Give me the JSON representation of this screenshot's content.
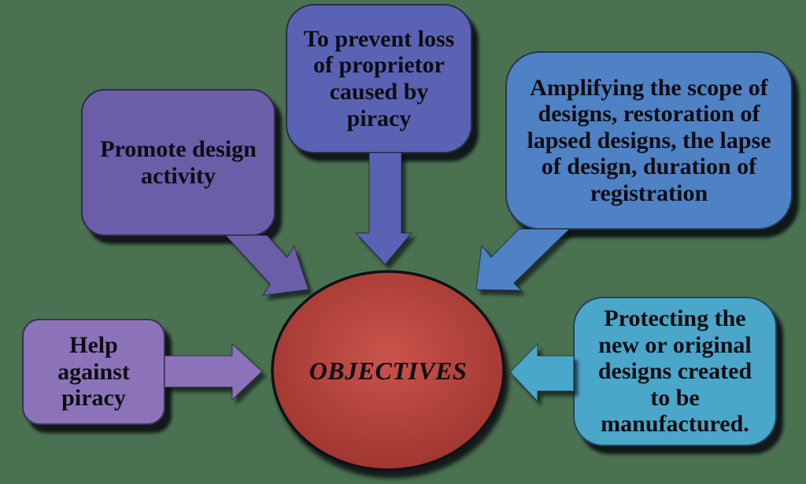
{
  "background_color": "#4A7250",
  "diagram": {
    "title_hint": "Objectives of design registration diagram",
    "center": {
      "label": "OBJECTIVES",
      "fill_center": "#C7524A",
      "fill_edge": "#97302A",
      "border_color": "#10101A"
    },
    "text_color": "#0C0C12",
    "boxes": {
      "promote": {
        "text": "Promote design\nactivity",
        "color": "#6A5EA8"
      },
      "prevent": {
        "text": "To prevent loss\nof proprietor\ncaused by\npiracy",
        "color": "#5A63B3"
      },
      "amplify": {
        "text": "Amplifying the scope of\ndesigns, restoration of\nlapsed designs, the lapse\nof design, duration of\nregistration",
        "color": "#4F82C4"
      },
      "help": {
        "text": "Help\nagainst\npiracy",
        "color": "#8C73B9"
      },
      "protect": {
        "text": "Protecting the\nnew or original\ndesigns created\nto be\nmanufactured.",
        "color": "#4AA7C9"
      }
    }
  }
}
